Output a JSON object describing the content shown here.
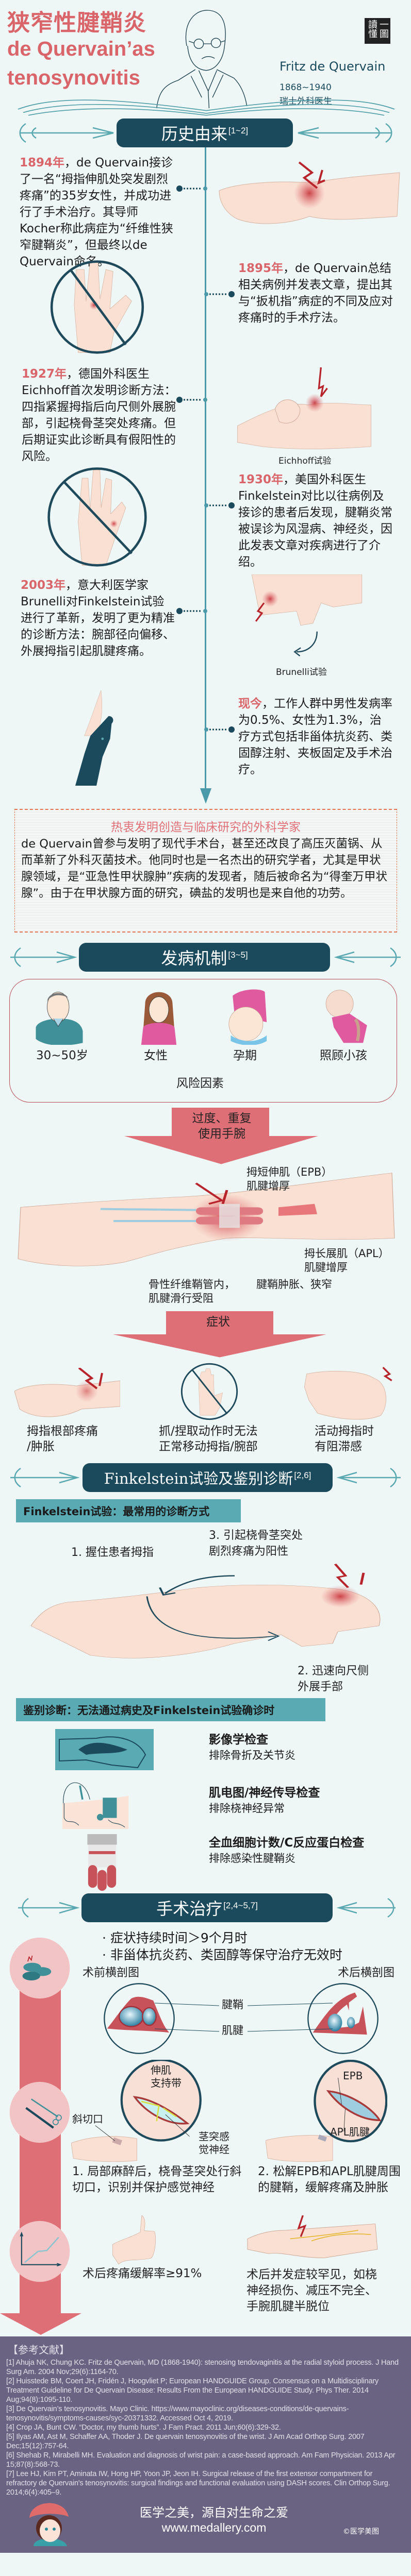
{
  "header": {
    "title_cn": "狭窄性腱鞘炎",
    "title_en_1": "de Quervain’as",
    "title_en_2": "tenosynovitis",
    "person_name": "Fritz de Quervain",
    "person_years": "1868~1940",
    "person_title": "瑞士外科医生",
    "seal_text": "一圖讀懂"
  },
  "sections": {
    "history": {
      "title": "历史由来",
      "ref": "[1~2]"
    },
    "mechanism": {
      "title": "发病机制",
      "ref": "[3~5]"
    },
    "diagnosis": {
      "title": "Finkelstein试验及鉴别诊断",
      "ref": "[2,6]"
    },
    "surgery": {
      "title": "手术治疗",
      "ref": "[2,4~5,7]"
    }
  },
  "timeline": [
    {
      "year": "1894年",
      "text": "，de Quervain接诊了一名“拇指伸肌处突发剧烈疼痛”的35岁女性，并成功进行了手术治疗。其导师Kocher称此病症为“纤维性狭窄腱鞘炎”，但最终以de Quervain命名。"
    },
    {
      "year": "1895年",
      "text": "，de Quervain总结相关病例并发表文章，提出其与“扳机指”病症的不同及应对疼痛时的手术疗法。"
    },
    {
      "year": "1927年",
      "text": "，德国外科医生Eichhoff首次发明诊断方法：四指紧握拇指后向尺侧外展腕部，引起桡骨茎突处疼痛。但后期证实此诊断具有假阳性的风险。"
    },
    {
      "year": "1930年",
      "text": "，美国外科医生Finkelstein对比以往病例及接诊的患者后发现，腱鞘炎常被误诊为风湿病、神经炎，因此发表文章对疾病进行了介绍。"
    },
    {
      "year": "2003年",
      "text": "，意大利医学家Brunelli对Finkelstein试验进行了革新，发明了更为精准的诊断方法：腕部径向偏移、外展拇指引起肌腱疼痛。"
    },
    {
      "year": "现今",
      "text": "，工作人群中男性发病率为0.5%、女性为1.3%，治疗方式包括非甾体抗炎药、类固醇注射、夹板固定及手术治疗。"
    }
  ],
  "captions": {
    "eichhoff": "Eichhoff试验",
    "brunelli": "Brunelli试验"
  },
  "infobox": {
    "title": "热衷发明创造与临床研究的外科学家",
    "body": "de Quervain曾参与发明了现代手术台，甚至还改良了高压灭菌锅、从而革新了外科灭菌技术。他同时也是一名杰出的研究学者，尤其是甲状腺领域，是“亚急性甲状腺肿”疾病的发现者，随后被命名为“得奎万甲状腺”。由于在甲状腺方面的研究，碘盐的发明也是来自他的功劳。"
  },
  "risk": {
    "items": [
      "30~50岁",
      "女性",
      "孕期",
      "照顾小孩"
    ],
    "label": "风险因素"
  },
  "mechanism": {
    "arrow1": [
      "过度、重复",
      "使用手腕"
    ],
    "epb": [
      "拇短伸肌（EPB）",
      "肌腱增厚"
    ],
    "apl": [
      "拇长展肌（APL）",
      "肌腱增厚"
    ],
    "canal": [
      "骨性纤维鞘管内，",
      "肌腱滑行受阻"
    ],
    "sheath": "腱鞘肿胀、狭窄",
    "arrow2": "症状",
    "symptoms": [
      [
        "拇指根部疼痛",
        "/肿胀"
      ],
      [
        "抓/捏取动作时无法",
        "正常移动拇指/腕部"
      ],
      [
        "活动拇指时",
        "有阻滞感"
      ]
    ]
  },
  "diagnosis": {
    "fin_label": "Finkelstein试验：最常用的诊断方式",
    "step1": "1. 握住患者拇指",
    "step2": [
      "2. 迅速向尺侧",
      "外展手部"
    ],
    "step3": [
      "3. 引起桡骨茎突处",
      "剧烈疼痛为阳性"
    ],
    "diff_label": "鉴别诊断：无法通过病史及Finkelstein试验确诊时",
    "exams": [
      {
        "title": "影像学检查",
        "sub": "排除骨折及关节炎"
      },
      {
        "title": "肌电图/神经传导检查",
        "sub": "排除桡神经异常"
      },
      {
        "title": "全血细胞计数/C反应蛋白检查",
        "sub": "排除感染性腱鞘炎"
      }
    ]
  },
  "surgery": {
    "indications": [
      "· 症状持续时间＞9个月时",
      "· 非甾体抗炎药、类固醇等保守治疗无效时"
    ],
    "pre": "术前横剖图",
    "post": "术后横剖图",
    "sheath": "腱鞘",
    "tendon": "肌腱",
    "retinaculum": [
      "伸肌",
      "支持带"
    ],
    "incision": "斜切口",
    "nerve": [
      "茎突感",
      "觉神经"
    ],
    "epb": "EPB",
    "apl": "APL肌腱",
    "step1": "1. 局部麻醉后，桡骨茎突处行斜切口，识别并保护感觉神经",
    "step2": "2. 松解EPB和APL肌腱周围的腱鞘，缓解疼痛及肿胀",
    "relief": "术后疼痛缓解率≥91%",
    "complications": "术后并发症较罕见，如桡神经损伤、减压不完全、手腕肌腱半脱位"
  },
  "references": {
    "title": "【参考文献】",
    "items": [
      "[1] Ahuja NK, Chung KC. Fritz de Quervain, MD (1868-1940): stenosing tendovaginitis at the radial styloid process. J Hand Surg Am. 2004 Nov;29(6):1164-70.",
      "[2] Huisstede BM, Coert JH, Fridén J, Hoogvliet P; European HANDGUIDE Group. Consensus on a Multidisciplinary Treatment Guideline for De Quervain Disease: Results From the European HANDGUIDE Study. Phys Ther. 2014 Aug;94(8):1095-110.",
      "[3] De Quervain’s tenosynovitis. Mayo Clinic. https://www.mayoclinic.org/diseases-conditions/de-quervains-tenosynovitis/symptoms-causes/syc-20371332. Accessed Oct 4, 2019.",
      "[4] Crop JA, Bunt CW. “Doctor, my thumb hurts”. J Fam Pract. 2011 Jun;60(6):329-32.",
      "[5] Ilyas AM, Ast M, Schaffer AA, Thoder J. De quervain tenosynovitis of the wrist. J Am Acad Orthop Surg. 2007 Dec;15(12):757-64.",
      "[6] Shehab R, Mirabelli MH. Evaluation and diagnosis of wrist pain: a case-based approach. Am Fam Physician. 2013 Apr 15;87(8):568-73.",
      "[7] Lee HJ, Kim PT, Aminata IW, Hong HP, Yoon JP, Jeon IH. Surgical release of the first extensor compartment for refractory de Quervain's tenosynovitis: surgical findings and functional evaluation using DASH scores. Clin Orthop Surg. 2014;6(4):405–9."
    ]
  },
  "footer": {
    "slogan": "医学之美，源自对生命之爱",
    "url": "www.medallery.com",
    "copyright": "©医学美图"
  },
  "colors": {
    "accent": "#d9656a",
    "header": "#1b4a5c",
    "teal": "#5aaab4",
    "timeline": "#4a9aaa",
    "footer": "#6a6482",
    "background": "#eef7f6"
  }
}
